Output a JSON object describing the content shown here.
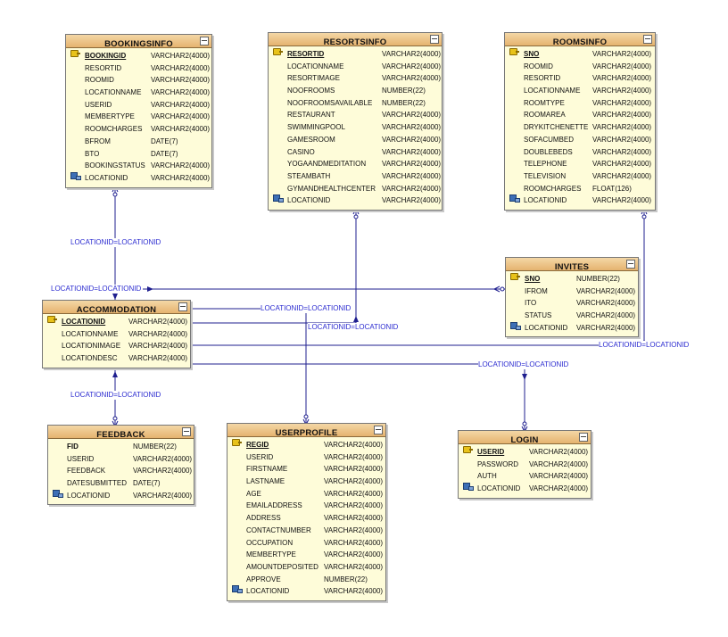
{
  "tables": {
    "bookingsinfo": {
      "title": "BOOKINGSINFO",
      "columns": [
        {
          "name": "BOOKINGID",
          "type": "VARCHAR2(4000)",
          "key": "pk"
        },
        {
          "name": "RESORTID",
          "type": "VARCHAR2(4000)",
          "key": ""
        },
        {
          "name": "ROOMID",
          "type": "VARCHAR2(4000)",
          "key": ""
        },
        {
          "name": "LOCATIONNAME",
          "type": "VARCHAR2(4000)",
          "key": ""
        },
        {
          "name": "USERID",
          "type": "VARCHAR2(4000)",
          "key": ""
        },
        {
          "name": "MEMBERTYPE",
          "type": "VARCHAR2(4000)",
          "key": ""
        },
        {
          "name": "ROOMCHARGES",
          "type": "VARCHAR2(4000)",
          "key": ""
        },
        {
          "name": "BFROM",
          "type": "DATE(7)",
          "key": ""
        },
        {
          "name": "BTO",
          "type": "DATE(7)",
          "key": ""
        },
        {
          "name": "BOOKINGSTATUS",
          "type": "VARCHAR2(4000)",
          "key": ""
        },
        {
          "name": "LOCATIONID",
          "type": "VARCHAR2(4000)",
          "key": "fk"
        }
      ]
    },
    "resortsinfo": {
      "title": "RESORTSINFO",
      "columns": [
        {
          "name": "RESORTID",
          "type": "VARCHAR2(4000)",
          "key": "pk"
        },
        {
          "name": "LOCATIONNAME",
          "type": "VARCHAR2(4000)",
          "key": ""
        },
        {
          "name": "RESORTIMAGE",
          "type": "VARCHAR2(4000)",
          "key": ""
        },
        {
          "name": "NOOFROOMS",
          "type": "NUMBER(22)",
          "key": ""
        },
        {
          "name": "NOOFROOMSAVAILABLE",
          "type": "NUMBER(22)",
          "key": ""
        },
        {
          "name": "RESTAURANT",
          "type": "VARCHAR2(4000)",
          "key": ""
        },
        {
          "name": "SWIMMINGPOOL",
          "type": "VARCHAR2(4000)",
          "key": ""
        },
        {
          "name": "GAMESROOM",
          "type": "VARCHAR2(4000)",
          "key": ""
        },
        {
          "name": "CASINO",
          "type": "VARCHAR2(4000)",
          "key": ""
        },
        {
          "name": "YOGAANDMEDITATION",
          "type": "VARCHAR2(4000)",
          "key": ""
        },
        {
          "name": "STEAMBATH",
          "type": "VARCHAR2(4000)",
          "key": ""
        },
        {
          "name": "GYMANDHEALTHCENTER",
          "type": "VARCHAR2(4000)",
          "key": ""
        },
        {
          "name": "LOCATIONID",
          "type": "VARCHAR2(4000)",
          "key": "fk"
        }
      ]
    },
    "roomsinfo": {
      "title": "ROOMSINFO",
      "columns": [
        {
          "name": "SNO",
          "type": "VARCHAR2(4000)",
          "key": "pk"
        },
        {
          "name": "ROOMID",
          "type": "VARCHAR2(4000)",
          "key": ""
        },
        {
          "name": "RESORTID",
          "type": "VARCHAR2(4000)",
          "key": ""
        },
        {
          "name": "LOCATIONNAME",
          "type": "VARCHAR2(4000)",
          "key": ""
        },
        {
          "name": "ROOMTYPE",
          "type": "VARCHAR2(4000)",
          "key": ""
        },
        {
          "name": "ROOMAREA",
          "type": "VARCHAR2(4000)",
          "key": ""
        },
        {
          "name": "DRYKITCHENETTE",
          "type": "VARCHAR2(4000)",
          "key": ""
        },
        {
          "name": "SOFACUMBED",
          "type": "VARCHAR2(4000)",
          "key": ""
        },
        {
          "name": "DOUBLEBEDS",
          "type": "VARCHAR2(4000)",
          "key": ""
        },
        {
          "name": "TELEPHONE",
          "type": "VARCHAR2(4000)",
          "key": ""
        },
        {
          "name": "TELEVISION",
          "type": "VARCHAR2(4000)",
          "key": ""
        },
        {
          "name": "ROOMCHARGES",
          "type": "FLOAT(126)",
          "key": ""
        },
        {
          "name": "LOCATIONID",
          "type": "VARCHAR2(4000)",
          "key": "fk"
        }
      ]
    },
    "invites": {
      "title": "INVITES",
      "columns": [
        {
          "name": "SNO",
          "type": "NUMBER(22)",
          "key": "pk"
        },
        {
          "name": "IFROM",
          "type": "VARCHAR2(4000)",
          "key": ""
        },
        {
          "name": "ITO",
          "type": "VARCHAR2(4000)",
          "key": ""
        },
        {
          "name": "STATUS",
          "type": "VARCHAR2(4000)",
          "key": ""
        },
        {
          "name": "LOCATIONID",
          "type": "VARCHAR2(4000)",
          "key": "fk"
        }
      ]
    },
    "accommodation": {
      "title": "ACCOMMODATION",
      "columns": [
        {
          "name": "LOCATIONID",
          "type": "VARCHAR2(4000)",
          "key": "pk"
        },
        {
          "name": "LOCATIONNAME",
          "type": "VARCHAR2(4000)",
          "key": ""
        },
        {
          "name": "LOCATIONIMAGE",
          "type": "VARCHAR2(4000)",
          "key": ""
        },
        {
          "name": "LOCATIONDESC",
          "type": "VARCHAR2(4000)",
          "key": ""
        }
      ]
    },
    "feedback": {
      "title": "FEEDBACK",
      "columns": [
        {
          "name": "FID",
          "type": "NUMBER(22)",
          "key": "bold"
        },
        {
          "name": "USERID",
          "type": "VARCHAR2(4000)",
          "key": ""
        },
        {
          "name": "FEEDBACK",
          "type": "VARCHAR2(4000)",
          "key": ""
        },
        {
          "name": "DATESUBMITTED",
          "type": "DATE(7)",
          "key": ""
        },
        {
          "name": "LOCATIONID",
          "type": "VARCHAR2(4000)",
          "key": "fk"
        }
      ]
    },
    "userprofile": {
      "title": "USERPROFILE",
      "columns": [
        {
          "name": "REGID",
          "type": "VARCHAR2(4000)",
          "key": "pk"
        },
        {
          "name": "USERID",
          "type": "VARCHAR2(4000)",
          "key": ""
        },
        {
          "name": "FIRSTNAME",
          "type": "VARCHAR2(4000)",
          "key": ""
        },
        {
          "name": "LASTNAME",
          "type": "VARCHAR2(4000)",
          "key": ""
        },
        {
          "name": "AGE",
          "type": "VARCHAR2(4000)",
          "key": ""
        },
        {
          "name": "EMAILADDRESS",
          "type": "VARCHAR2(4000)",
          "key": ""
        },
        {
          "name": "ADDRESS",
          "type": "VARCHAR2(4000)",
          "key": ""
        },
        {
          "name": "CONTACTNUMBER",
          "type": "VARCHAR2(4000)",
          "key": ""
        },
        {
          "name": "OCCUPATION",
          "type": "VARCHAR2(4000)",
          "key": ""
        },
        {
          "name": "MEMBERTYPE",
          "type": "VARCHAR2(4000)",
          "key": ""
        },
        {
          "name": "AMOUNTDEPOSITED",
          "type": "VARCHAR2(4000)",
          "key": ""
        },
        {
          "name": "APPROVE",
          "type": "NUMBER(22)",
          "key": ""
        },
        {
          "name": "LOCATIONID",
          "type": "VARCHAR2(4000)",
          "key": "fk"
        }
      ]
    },
    "login": {
      "title": "LOGIN",
      "columns": [
        {
          "name": "USERID",
          "type": "VARCHAR2(4000)",
          "key": "pk"
        },
        {
          "name": "PASSWORD",
          "type": "VARCHAR2(4000)",
          "key": ""
        },
        {
          "name": "AUTH",
          "type": "VARCHAR2(4000)",
          "key": ""
        },
        {
          "name": "LOCATIONID",
          "type": "VARCHAR2(4000)",
          "key": "fk"
        }
      ]
    }
  },
  "relations": {
    "bookings": "LOCATIONID=LOCATIONID",
    "invites": "LOCATIONID=LOCATIONID",
    "userprofile": "LOCATIONID=LOCATIONID",
    "resorts": "LOCATIONID=LOCATIONID",
    "rooms": "LOCATIONID=LOCATIONID",
    "login": "LOCATIONID=LOCATIONID",
    "feedback": "LOCATIONID=LOCATIONID"
  },
  "colors": {
    "line": "#1f1f8f",
    "label": "#2b2bd0",
    "header": "#e5b36f",
    "body": "#fefcd9"
  }
}
